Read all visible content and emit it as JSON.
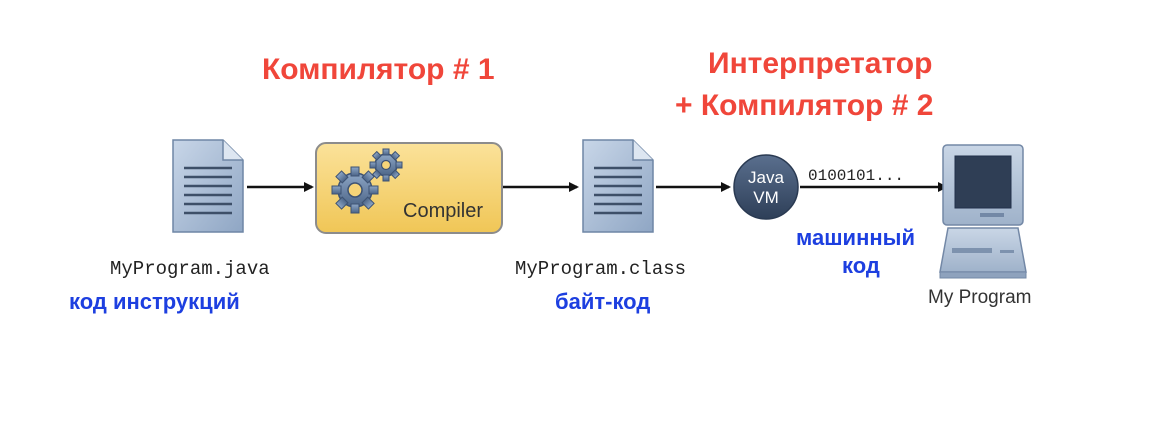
{
  "headings": {
    "compiler_one": "Компилятор # 1",
    "interpreter_line1": "Интерпретатор",
    "interpreter_line2": "+ Компилятор # 2"
  },
  "nodes": {
    "source_file": "MyProgram.java",
    "compiler": "Compiler",
    "class_file": "MyProgram.class",
    "jvm_line1": "Java",
    "jvm_line2": "VM",
    "machine_code": "0100101...",
    "computer": "My Program"
  },
  "annotations": {
    "source_caption": "код инструкций",
    "class_caption": "байт-код",
    "machine_caption_line1": "машинный",
    "machine_caption_line2": "код"
  },
  "colors": {
    "heading": "#f0463a",
    "annotation": "#1d3fe0",
    "compiler_box": "#f6d478",
    "jvm_circle": "#3b4f6a",
    "document": "#a9bdd6"
  },
  "icons": {
    "document": "document-icon",
    "gears": "gears-icon",
    "computer": "computer-icon",
    "arrow": "arrow-right-icon"
  }
}
